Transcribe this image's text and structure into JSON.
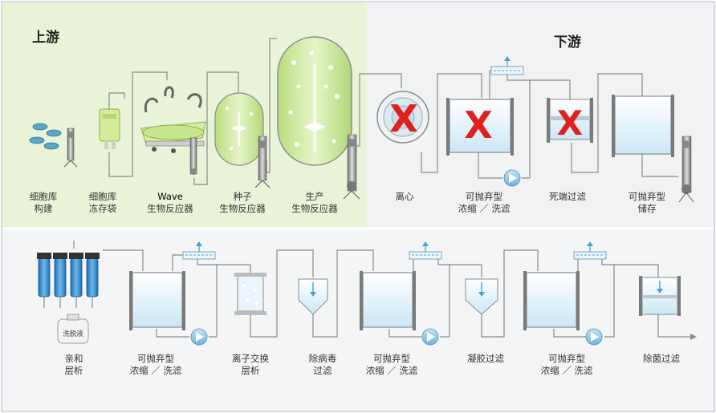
{
  "sections": {
    "upstream": "上游",
    "downstream": "下游"
  },
  "steps": [
    {
      "lines": [
        "细胞库",
        "构建"
      ]
    },
    {
      "lines": [
        "细胞库",
        "冻存袋"
      ]
    },
    {
      "lines": [
        "Wave",
        "生物反应器"
      ]
    },
    {
      "lines": [
        "种子",
        "生物反应器"
      ]
    },
    {
      "lines": [
        "生产",
        "生物反应器"
      ]
    },
    {
      "lines": [
        "离心"
      ]
    },
    {
      "lines": [
        "可抛弃型",
        "浓缩 ／ 洗滤"
      ]
    },
    {
      "lines": [
        "死端过滤"
      ]
    },
    {
      "lines": [
        "可抛弃型",
        "储存"
      ]
    },
    {
      "lines": [
        "亲和",
        "层析"
      ]
    },
    {
      "lines": [
        "可抛弃型",
        "浓缩 ／ 洗滤"
      ]
    },
    {
      "lines": [
        "离子交换",
        "层析"
      ]
    },
    {
      "lines": [
        "除病毒",
        "过滤"
      ]
    },
    {
      "lines": [
        "可抛弃型",
        "浓缩 ／ 洗滤"
      ]
    },
    {
      "lines": [
        "凝胶过滤"
      ]
    },
    {
      "lines": [
        "可抛弃型",
        "浓缩 ／ 洗滤"
      ]
    },
    {
      "lines": [
        "除菌过滤"
      ]
    }
  ],
  "elution_tank": {
    "label": "洗脱液"
  },
  "marker": "X",
  "colors": {
    "upstream_bg": "#e9f3d8",
    "vessel_green": "#cfe9a6",
    "liquid_blue": "#d9eef8",
    "pipe": "#8a8a8a",
    "cross": "#e0201c",
    "arrow": "#3fa3d6",
    "pump": "#4ba9d8"
  }
}
